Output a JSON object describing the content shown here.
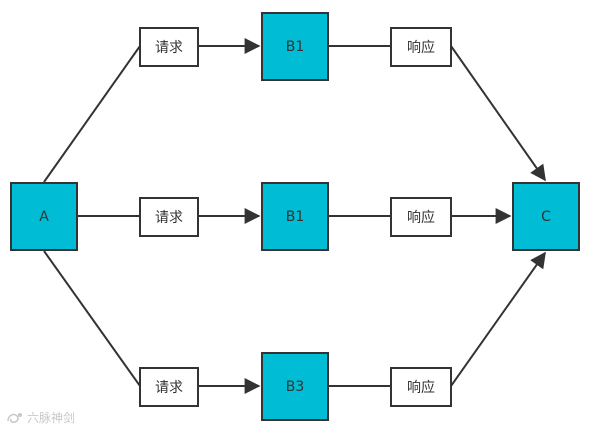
{
  "colors": {
    "node_fill": "#00BCD4",
    "stroke": "#333333",
    "watermark": "#c8c8c8"
  },
  "nodes": {
    "a": "A",
    "c": "C",
    "b_top": "B1",
    "b_mid": "B1",
    "b_bot": "B3",
    "req_top": "请求",
    "req_mid": "请求",
    "req_bot": "请求",
    "resp_top": "响应",
    "resp_mid": "响应",
    "resp_bot": "响应"
  },
  "watermark": {
    "text": "六脉神剑"
  }
}
